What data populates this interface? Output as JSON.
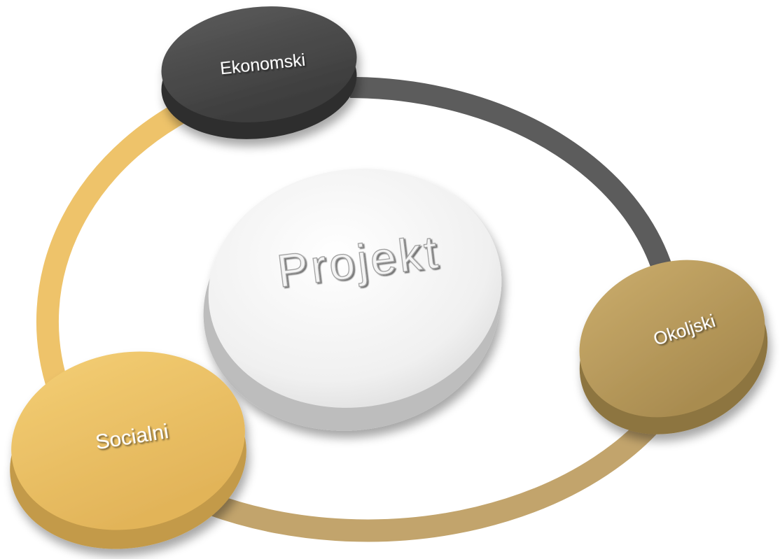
{
  "diagram": {
    "center": {
      "label": "Projekt",
      "color": "#f2f2f2",
      "text_color": "#f4f4f4"
    },
    "nodes": [
      {
        "id": "ekonomski",
        "label": "Ekonomski",
        "color": "#484848",
        "text_color": "#ffffff"
      },
      {
        "id": "okoljski",
        "label": "Okoljski",
        "color": "#b8995a",
        "text_color": "#ffffff"
      },
      {
        "id": "socialni",
        "label": "Socialni",
        "color": "#ecbf5f",
        "text_color": "#ffffff"
      }
    ],
    "ring_colors": {
      "ekonomski_to_okoljski": "#5c5c5c",
      "okoljski_to_socialni": "#c2a46c",
      "socialni_to_ekonomski": "#eec36a"
    }
  }
}
